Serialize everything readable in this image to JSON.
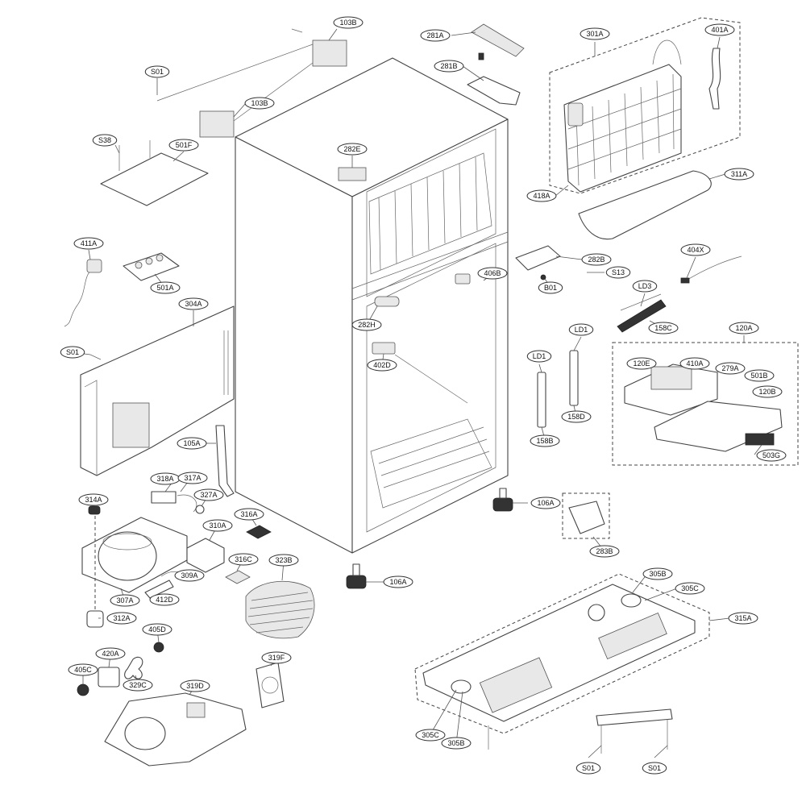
{
  "callouts": [
    {
      "id": "c-103b-a",
      "label": "103B"
    },
    {
      "id": "c-281a",
      "label": "281A"
    },
    {
      "id": "c-301a",
      "label": "301A"
    },
    {
      "id": "c-401a",
      "label": "401A"
    },
    {
      "id": "c-s01-a",
      "label": "S01"
    },
    {
      "id": "c-103b-b",
      "label": "103B"
    },
    {
      "id": "c-281b",
      "label": "281B"
    },
    {
      "id": "c-s38",
      "label": "S38"
    },
    {
      "id": "c-501f",
      "label": "501F"
    },
    {
      "id": "c-282e",
      "label": "282E"
    },
    {
      "id": "c-311a",
      "label": "311A"
    },
    {
      "id": "c-418a",
      "label": "418A"
    },
    {
      "id": "c-411a",
      "label": "411A"
    },
    {
      "id": "c-501a",
      "label": "501A"
    },
    {
      "id": "c-304a",
      "label": "304A"
    },
    {
      "id": "c-282b",
      "label": "282B"
    },
    {
      "id": "c-404x",
      "label": "404X"
    },
    {
      "id": "c-s13",
      "label": "S13"
    },
    {
      "id": "c-406b",
      "label": "406B"
    },
    {
      "id": "c-b01",
      "label": "B01"
    },
    {
      "id": "c-ld3",
      "label": "LD3"
    },
    {
      "id": "c-158c",
      "label": "158C"
    },
    {
      "id": "c-282h",
      "label": "282H"
    },
    {
      "id": "c-s01-b",
      "label": "S01"
    },
    {
      "id": "c-402d",
      "label": "402D"
    },
    {
      "id": "c-120a",
      "label": "120A"
    },
    {
      "id": "c-ld1-a",
      "label": "LD1"
    },
    {
      "id": "c-ld1-b",
      "label": "LD1"
    },
    {
      "id": "c-120e",
      "label": "120E"
    },
    {
      "id": "c-410a",
      "label": "410A"
    },
    {
      "id": "c-279a",
      "label": "279A"
    },
    {
      "id": "c-501b",
      "label": "501B"
    },
    {
      "id": "c-120b",
      "label": "120B"
    },
    {
      "id": "c-158d",
      "label": "158D"
    },
    {
      "id": "c-158b",
      "label": "158B"
    },
    {
      "id": "c-503g",
      "label": "503G"
    },
    {
      "id": "c-105a",
      "label": "105A"
    },
    {
      "id": "c-318a",
      "label": "318A"
    },
    {
      "id": "c-317a",
      "label": "317A"
    },
    {
      "id": "c-106a-a",
      "label": "106A"
    },
    {
      "id": "c-314a",
      "label": "314A"
    },
    {
      "id": "c-327a",
      "label": "327A"
    },
    {
      "id": "c-316a",
      "label": "316A"
    },
    {
      "id": "c-310a",
      "label": "310A"
    },
    {
      "id": "c-283b",
      "label": "283B"
    },
    {
      "id": "c-316c",
      "label": "316C"
    },
    {
      "id": "c-323b",
      "label": "323B"
    },
    {
      "id": "c-309a",
      "label": "309A"
    },
    {
      "id": "c-106a-b",
      "label": "106A"
    },
    {
      "id": "c-305b-a",
      "label": "305B"
    },
    {
      "id": "c-305c-a",
      "label": "305C"
    },
    {
      "id": "c-307a",
      "label": "307A"
    },
    {
      "id": "c-412d",
      "label": "412D"
    },
    {
      "id": "c-312a",
      "label": "312A"
    },
    {
      "id": "c-315a",
      "label": "315A"
    },
    {
      "id": "c-405d",
      "label": "405D"
    },
    {
      "id": "c-420a",
      "label": "420A"
    },
    {
      "id": "c-319f",
      "label": "319F"
    },
    {
      "id": "c-405c",
      "label": "405C"
    },
    {
      "id": "c-329c",
      "label": "329C"
    },
    {
      "id": "c-319d",
      "label": "319D"
    },
    {
      "id": "c-305c-b",
      "label": "305C"
    },
    {
      "id": "c-305b-b",
      "label": "305B"
    },
    {
      "id": "c-s01-c",
      "label": "S01"
    },
    {
      "id": "c-s01-d",
      "label": "S01"
    }
  ]
}
